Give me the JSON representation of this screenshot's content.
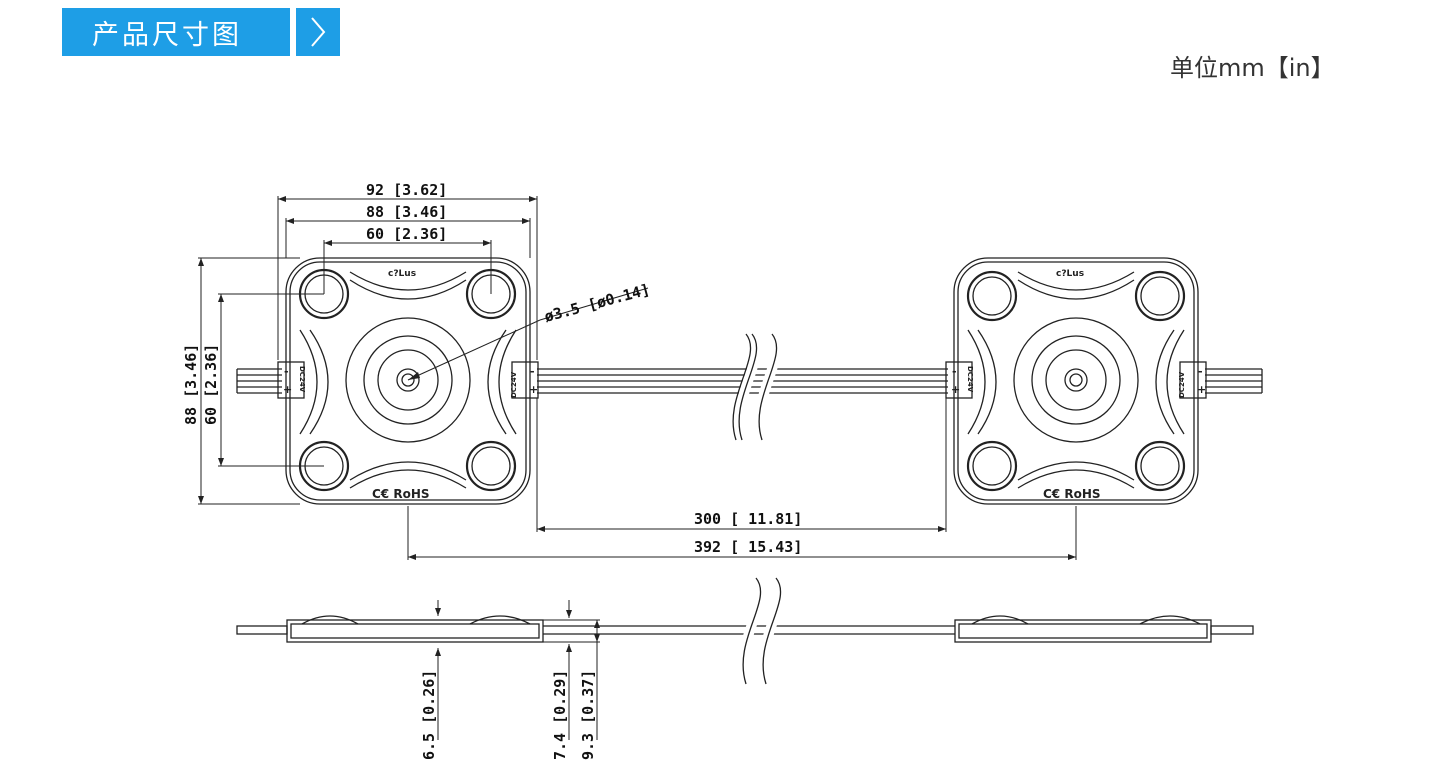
{
  "header": {
    "title": "产品尺寸图",
    "unit_label": "单位mm【in】"
  },
  "colors": {
    "accent": "#1e9ee6",
    "line": "#222222",
    "white": "#ffffff"
  },
  "icons": {
    "arrow": "chevron-right-icon"
  },
  "dimensions": {
    "overall_width": "92 [3.62]",
    "body_width": "88 [3.46]",
    "led_pitch_h": "60 [2.36]",
    "body_height": "88 [3.46]",
    "led_pitch_v": "60 [2.36]",
    "hole_diameter": "ø3.5 [ø0.14]",
    "wire_gap": "300 [ 11.81]",
    "module_pitch": "392 [ 15.43]",
    "lens_height": "6.5 [0.26]",
    "pcb_height": "7.4 [0.29]",
    "total_height": "9.3 [0.37]"
  },
  "markings": {
    "ce_rohs": "C€ RoHS",
    "ul_mark": "c?Lus",
    "minus": "-",
    "plus": "+",
    "voltage": "DC24V"
  }
}
